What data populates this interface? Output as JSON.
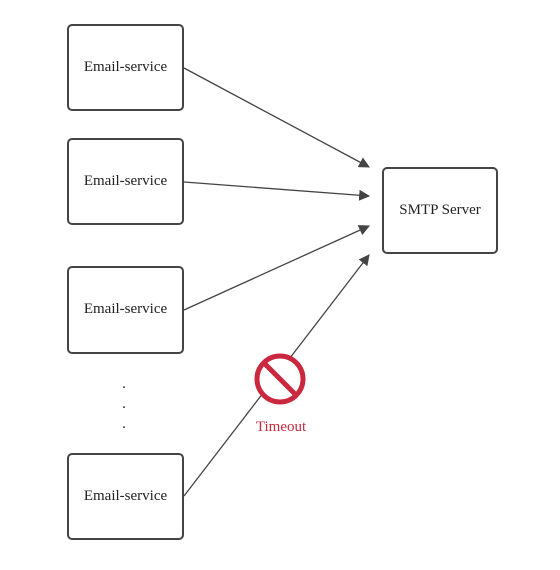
{
  "diagram": {
    "services": [
      {
        "label": "Email-service"
      },
      {
        "label": "Email-service"
      },
      {
        "label": "Email-service"
      },
      {
        "label": "Email-service"
      }
    ],
    "server": {
      "label": "SMTP Server"
    },
    "ellipsis": [
      ".",
      ".",
      "."
    ],
    "blocked_edge": {
      "label": "Timeout",
      "icon": "prohibited-icon",
      "color": "#c9283e"
    }
  }
}
